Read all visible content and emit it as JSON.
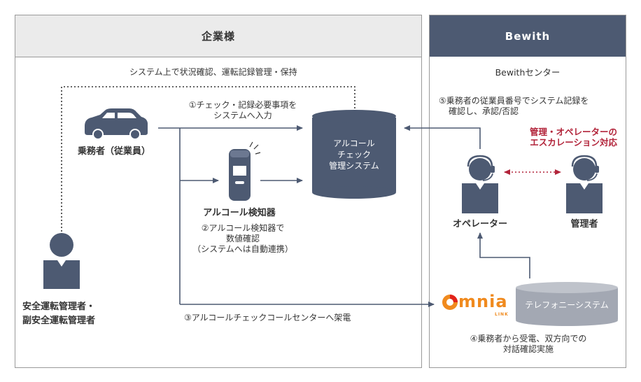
{
  "panels": {
    "company": "企業様",
    "bewith": "Bewith"
  },
  "company": {
    "top_note": "システム上で状況確認、運転記録管理・保持",
    "driver_label": "乗務者（従業員）",
    "manager_label_1": "安全運転管理者・",
    "manager_label_2": "副安全運転管理者",
    "step1_line1": "①チェック・記録必要事項を",
    "step1_line2": "システムへ入力",
    "checker_label": "アルコール検知器",
    "step2_line1": "②アルコール検知器で",
    "step2_line2": "数値確認",
    "step2_line3": "（システムへは自動連携）",
    "step3": "③アルコールチェックコールセンターへ架電",
    "system_line1": "アルコール",
    "system_line2": "チェック",
    "system_line3": "管理システム"
  },
  "bewith": {
    "center_title": "Bewithセンター",
    "step5_line1": "⑤乗務者の従業員番号でシステム記録を",
    "step5_line2": "確認し、承認/否認",
    "escalation_line1": "管理・オペレーターの",
    "escalation_line2": "エスカレーション対応",
    "operator_label": "オペレーター",
    "admin_label": "管理者",
    "telephony_label": "テレフォニーシステム",
    "step4_line1": "④乗務者から受電、双方向での",
    "step4_line2": "対話確認実施",
    "logo_text": "mnia",
    "logo_sub": "LINK"
  },
  "colors": {
    "dark_navy": "#4d5a72",
    "panel_gray": "#ebebeb",
    "telephony_gray": "#a3a8b3",
    "accent_red": "#b2243a",
    "logo_orange": "#f08a1e"
  },
  "icons": [
    "car-icon",
    "person-icon",
    "headset-operator-icon",
    "alcohol-checker-icon",
    "database-cylinder-icon",
    "omnia-link-logo"
  ]
}
